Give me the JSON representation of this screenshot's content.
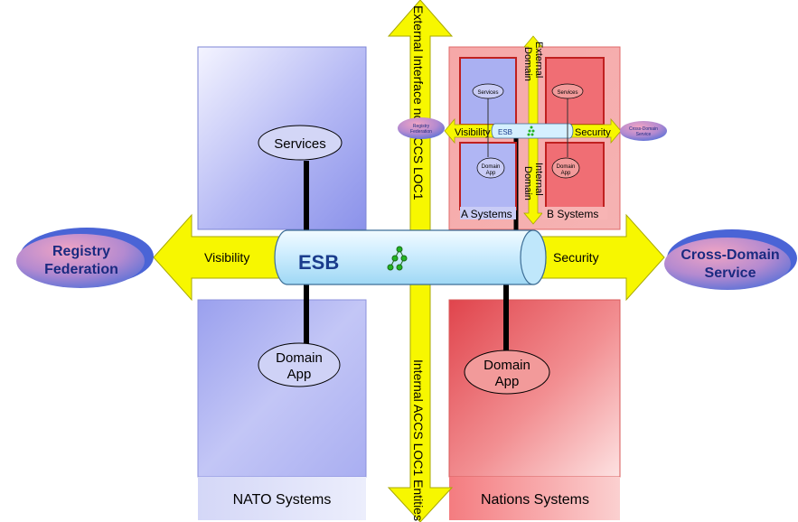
{
  "diagram": {
    "vertical_arrow": {
      "top_label": "External Interface not ACCS LOC1",
      "bottom_label": "Internal ACCS LOC1 Entities",
      "color": "#f7f700"
    },
    "horizontal_arrow": {
      "left_label": "Visibility",
      "right_label": "Security",
      "color": "#f7f700"
    },
    "bus": {
      "label": "ESB",
      "label_color": "#1a3c8c"
    },
    "left_oval": {
      "line1": "Registry",
      "line2": "Federation"
    },
    "right_oval": {
      "line1": "Cross-Domain",
      "line2": "Service"
    },
    "nato": {
      "services_label": "Services",
      "domain_line1": "Domain",
      "domain_line2": "App",
      "systems_label": "NATO Systems",
      "color": "#9ea8f0"
    },
    "nations": {
      "domain_line1": "Domain",
      "domain_line2": "App",
      "systems_label": "Nations Systems",
      "color": "#f07a7a"
    },
    "inset": {
      "external_line1": "External",
      "external_line2": "Domain",
      "internal_line1": "Internal",
      "internal_line2": "Domain",
      "visibility_label": "Visibility",
      "security_label": "Security",
      "bus_label": "ESB",
      "a_systems_label": "A Systems",
      "b_systems_label": "B Systems",
      "services_label": "Services",
      "domain_app_line1": "Domain",
      "domain_app_line2": "App",
      "registry_line1": "Registry",
      "registry_line2": "Federation",
      "crossdomain_line1": "Cross-Domain",
      "crossdomain_line2": "Service"
    }
  }
}
